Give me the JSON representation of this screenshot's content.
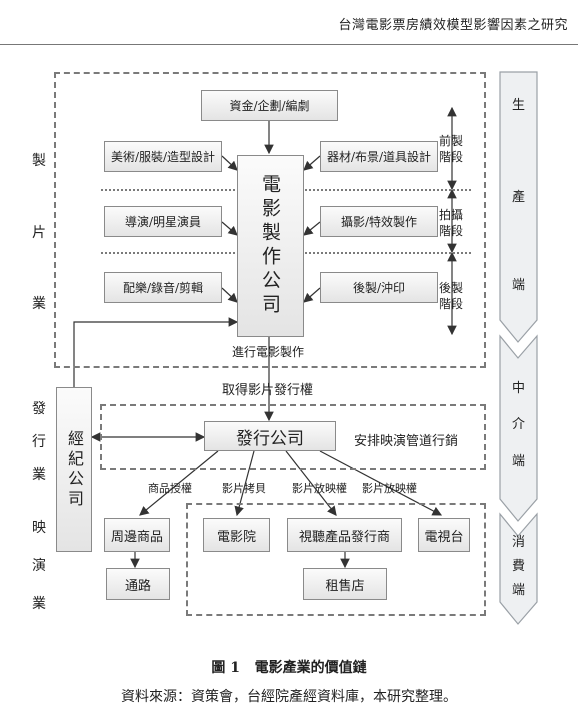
{
  "header": {
    "title": "台灣電影票房績效模型影響因素之研究"
  },
  "left_side": {
    "film_production": [
      "製",
      "片",
      "業"
    ],
    "distribution": [
      "發",
      "行",
      "業"
    ],
    "exhibition": [
      "映",
      "演",
      "業"
    ]
  },
  "production": {
    "funding": "資金/企劃/編劇",
    "art": "美術/服裝/造型設計",
    "equipment": "器材/布景/道具設計",
    "director": "導演/明星演員",
    "vfx": "攝影/特效製作",
    "music": "配樂/錄音/剪輯",
    "post": "後製/沖印",
    "company": "電影製作公司",
    "caption": "進行電影製作",
    "stage_pre": [
      "前製",
      "階段"
    ],
    "stage_shoot": [
      "拍攝",
      "階段"
    ],
    "stage_post": [
      "後製",
      "階段"
    ]
  },
  "rights_label": "取得影片發行權",
  "agency": "經紀公司",
  "distribution": {
    "company": "發行公司",
    "note": "安排映演管道行銷",
    "edge_merch": "商品授權",
    "edge_copy": "影片拷貝",
    "edge_play1": "影片放映權",
    "edge_play2": "影片放映權"
  },
  "exhibition": {
    "merch": "周邊商品",
    "channel": "通路",
    "cinema": "電影院",
    "av_dist": "視聽產品發行商",
    "tv": "電視台",
    "rental": "租售店"
  },
  "chain": {
    "production": [
      "生",
      "產",
      "端"
    ],
    "intermediary": [
      "中",
      "介",
      "端"
    ],
    "consumer": [
      "消",
      "費",
      "端"
    ]
  },
  "figure": {
    "number": "圖 1",
    "title": "電影產業的價值鏈",
    "source": "資料來源：資策會，台經院產經資料庫，本研究整理。"
  }
}
